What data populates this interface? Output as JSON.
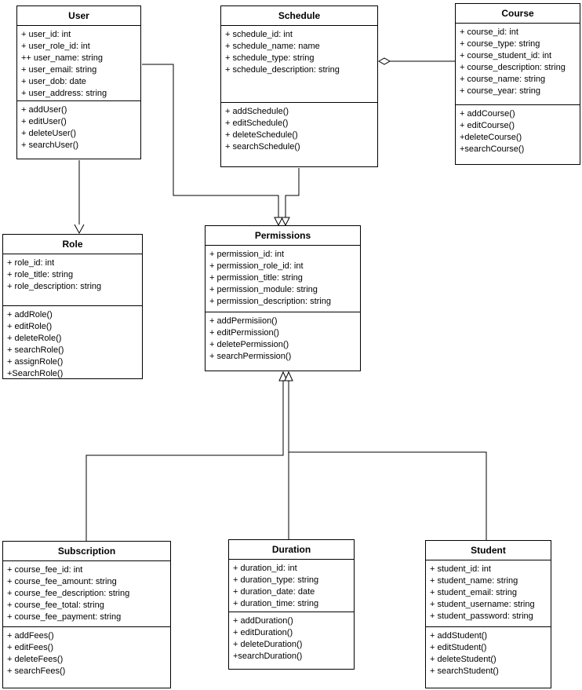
{
  "diagram": {
    "type": "uml-class-diagram",
    "background": "#ffffff",
    "box_fill": "#ffffff",
    "stroke_color": "#000000"
  },
  "classes": [
    {
      "name": "User",
      "attributes": [
        "+ user_id: int",
        "+ user_role_id: int",
        "++ user_name: string",
        "+ user_email: string",
        "+ user_dob: date",
        "+ user_address: string"
      ],
      "methods": [
        "+ addUser()",
        "+ editUser()",
        "+ deleteUser()",
        "+ searchUser()"
      ]
    },
    {
      "name": "Schedule",
      "attributes": [
        "+ schedule_id: int",
        "+ schedule_name: name",
        "+ schedule_type: string",
        "+ schedule_description: string"
      ],
      "methods": [
        "+ addSchedule()",
        "+ editSchedule()",
        "+ deleteSchedule()",
        "+ searchSchedule()"
      ]
    },
    {
      "name": "Course",
      "attributes": [
        "+ course_id: int",
        "+ course_type: string",
        "+ course_student_id: int",
        "+ course_description: string",
        "+ course_name: string",
        "+ course_year: string"
      ],
      "methods": [
        "+ addCourse()",
        "+ editCourse()",
        "+deleteCourse()",
        "+searchCourse()"
      ]
    },
    {
      "name": "Role",
      "attributes": [
        "+ role_id: int",
        "+ role_title: string",
        "+ role_description: string"
      ],
      "methods": [
        "+ addRole()",
        "+ editRole()",
        "+ deleteRole()",
        "+ searchRole()",
        "+ assignRole()",
        "+SearchRole()"
      ]
    },
    {
      "name": "Permissions",
      "attributes": [
        "+ permission_id: int",
        "+ permission_role_id: int",
        "+ permission_title: string",
        "+ permission_module: string",
        "+ permission_description: string"
      ],
      "methods": [
        "+ addPermisiion()",
        "+ editPermission()",
        "+ deletePermission()",
        "+ searchPermission()"
      ]
    },
    {
      "name": "Subscription",
      "attributes": [
        "+ course_fee_id: int",
        "+ course_fee_amount: string",
        "+ course_fee_description: string",
        "+ course_fee_total: string",
        "+ course_fee_payment: string"
      ],
      "methods": [
        "+ addFees()",
        "+ editFees()",
        "+ deleteFees()",
        "+ searchFees()"
      ]
    },
    {
      "name": "Duration",
      "attributes": [
        "+ duration_id: int",
        "+ duration_type: string",
        "+ duration_date: date",
        "+ duration_time: string"
      ],
      "methods": [
        "+ addDuration()",
        "+ editDuration()",
        "+ deleteDuration()",
        "+searchDuration()"
      ]
    },
    {
      "name": "Student",
      "attributes": [
        "+ student_id: int",
        "+ student_name: string",
        "+ student_email: string",
        "+ student_username: string",
        "+ student_password: string"
      ],
      "methods": [
        "+ addStudent()",
        "+ editStudent()",
        "+ deleteStudent()",
        "+ searchStudent()"
      ]
    }
  ],
  "relationships": [
    {
      "from": "User",
      "to": "Role",
      "end": "open-arrow"
    },
    {
      "from": "User",
      "to": "Permissions",
      "end": "open-triangle"
    },
    {
      "from": "Schedule",
      "to": "Permissions",
      "end": "open-triangle"
    },
    {
      "from": "Course",
      "to": "Schedule",
      "end": "open-diamond"
    },
    {
      "from": "Subscription",
      "to": "Permissions",
      "end": "open-triangle"
    },
    {
      "from": "Duration",
      "to": "Permissions",
      "end": "open-triangle"
    },
    {
      "from": "Student",
      "to": "Permissions",
      "end": "open-triangle"
    }
  ]
}
